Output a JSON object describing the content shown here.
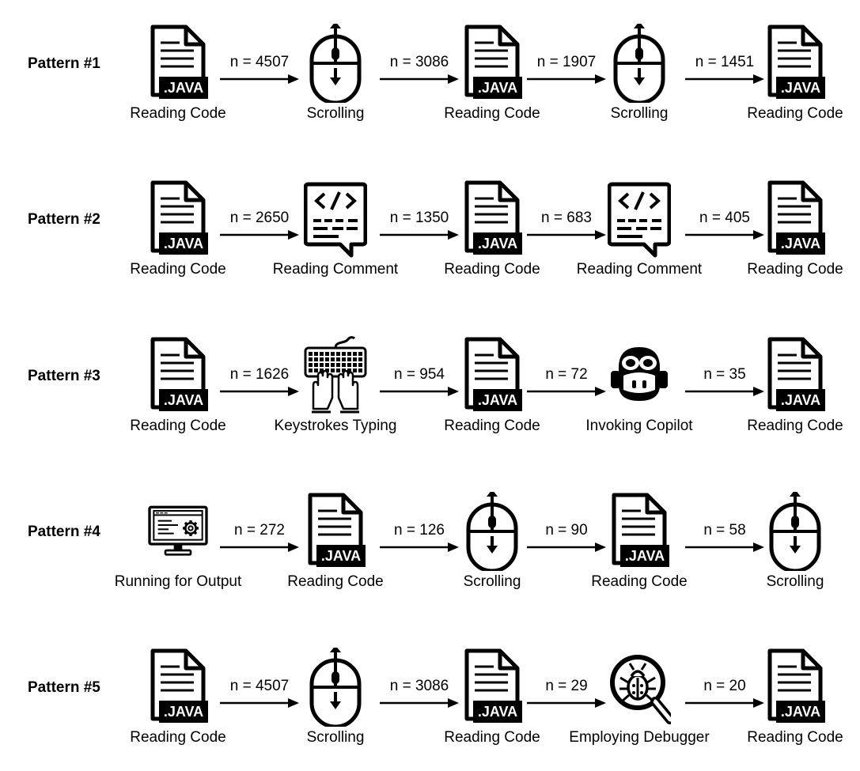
{
  "patterns": [
    {
      "label": "Pattern #1",
      "nodes": [
        {
          "kind": "java-file",
          "caption": "Reading Code"
        },
        {
          "kind": "mouse-scroll",
          "caption": "Scrolling"
        },
        {
          "kind": "java-file",
          "caption": "Reading Code"
        },
        {
          "kind": "mouse-scroll",
          "caption": "Scrolling"
        },
        {
          "kind": "java-file",
          "caption": "Reading Code"
        }
      ],
      "edges": [
        "n = 4507",
        "n = 3086",
        "n = 1907",
        "n = 1451"
      ],
      "edge_values": [
        4507,
        3086,
        1907,
        1451
      ]
    },
    {
      "label": "Pattern #2",
      "nodes": [
        {
          "kind": "java-file",
          "caption": "Reading Code"
        },
        {
          "kind": "code-comment",
          "caption": "Reading Comment"
        },
        {
          "kind": "java-file",
          "caption": "Reading Code"
        },
        {
          "kind": "code-comment",
          "caption": "Reading Comment"
        },
        {
          "kind": "java-file",
          "caption": "Reading Code"
        }
      ],
      "edges": [
        "n = 2650",
        "n = 1350",
        "n = 683",
        "n = 405"
      ],
      "edge_values": [
        2650,
        1350,
        683,
        405
      ]
    },
    {
      "label": "Pattern #3",
      "nodes": [
        {
          "kind": "java-file",
          "caption": "Reading Code"
        },
        {
          "kind": "keyboard-typing",
          "caption": "Keystrokes Typing"
        },
        {
          "kind": "java-file",
          "caption": "Reading Code"
        },
        {
          "kind": "copilot",
          "caption": "Invoking Copilot"
        },
        {
          "kind": "java-file",
          "caption": "Reading Code"
        }
      ],
      "edges": [
        "n = 1626",
        "n = 954",
        "n = 72",
        "n = 35"
      ],
      "edge_values": [
        1626,
        954,
        72,
        35
      ]
    },
    {
      "label": "Pattern #4",
      "nodes": [
        {
          "kind": "monitor-gear",
          "caption": "Running for Output"
        },
        {
          "kind": "java-file",
          "caption": "Reading Code"
        },
        {
          "kind": "mouse-scroll",
          "caption": "Scrolling"
        },
        {
          "kind": "java-file",
          "caption": "Reading Code"
        },
        {
          "kind": "mouse-scroll",
          "caption": "Scrolling"
        }
      ],
      "edges": [
        "n = 272",
        "n = 126",
        "n = 90",
        "n = 58"
      ],
      "edge_values": [
        272,
        126,
        90,
        58
      ]
    },
    {
      "label": "Pattern #5",
      "nodes": [
        {
          "kind": "java-file",
          "caption": "Reading Code"
        },
        {
          "kind": "mouse-scroll",
          "caption": "Scrolling"
        },
        {
          "kind": "java-file",
          "caption": "Reading Code"
        },
        {
          "kind": "debugger",
          "caption": "Employing Debugger"
        },
        {
          "kind": "java-file",
          "caption": "Reading Code"
        }
      ],
      "edges": [
        "n = 4507",
        "n = 3086",
        "n = 29",
        "n = 20"
      ],
      "edge_values": [
        4507,
        3086,
        29,
        20
      ]
    }
  ],
  "file_badge_text": ".JAVA",
  "colors": {
    "ink": "#000000",
    "background": "#ffffff"
  }
}
